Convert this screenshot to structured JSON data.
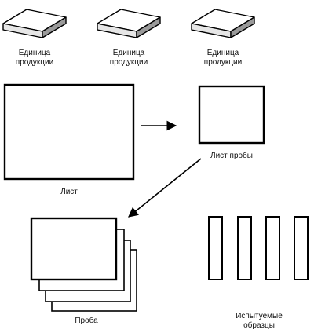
{
  "product_unit_label": [
    "Единица",
    "продукции"
  ],
  "sheet_label": "Лист",
  "sample_sheet_label": "Лист пробы",
  "sample_label": "Проба",
  "test_specimens_label": [
    "Испытуемые",
    "образцы"
  ],
  "colors": {
    "line": "#000000",
    "fill": "#ffffff",
    "text": "#111111"
  }
}
